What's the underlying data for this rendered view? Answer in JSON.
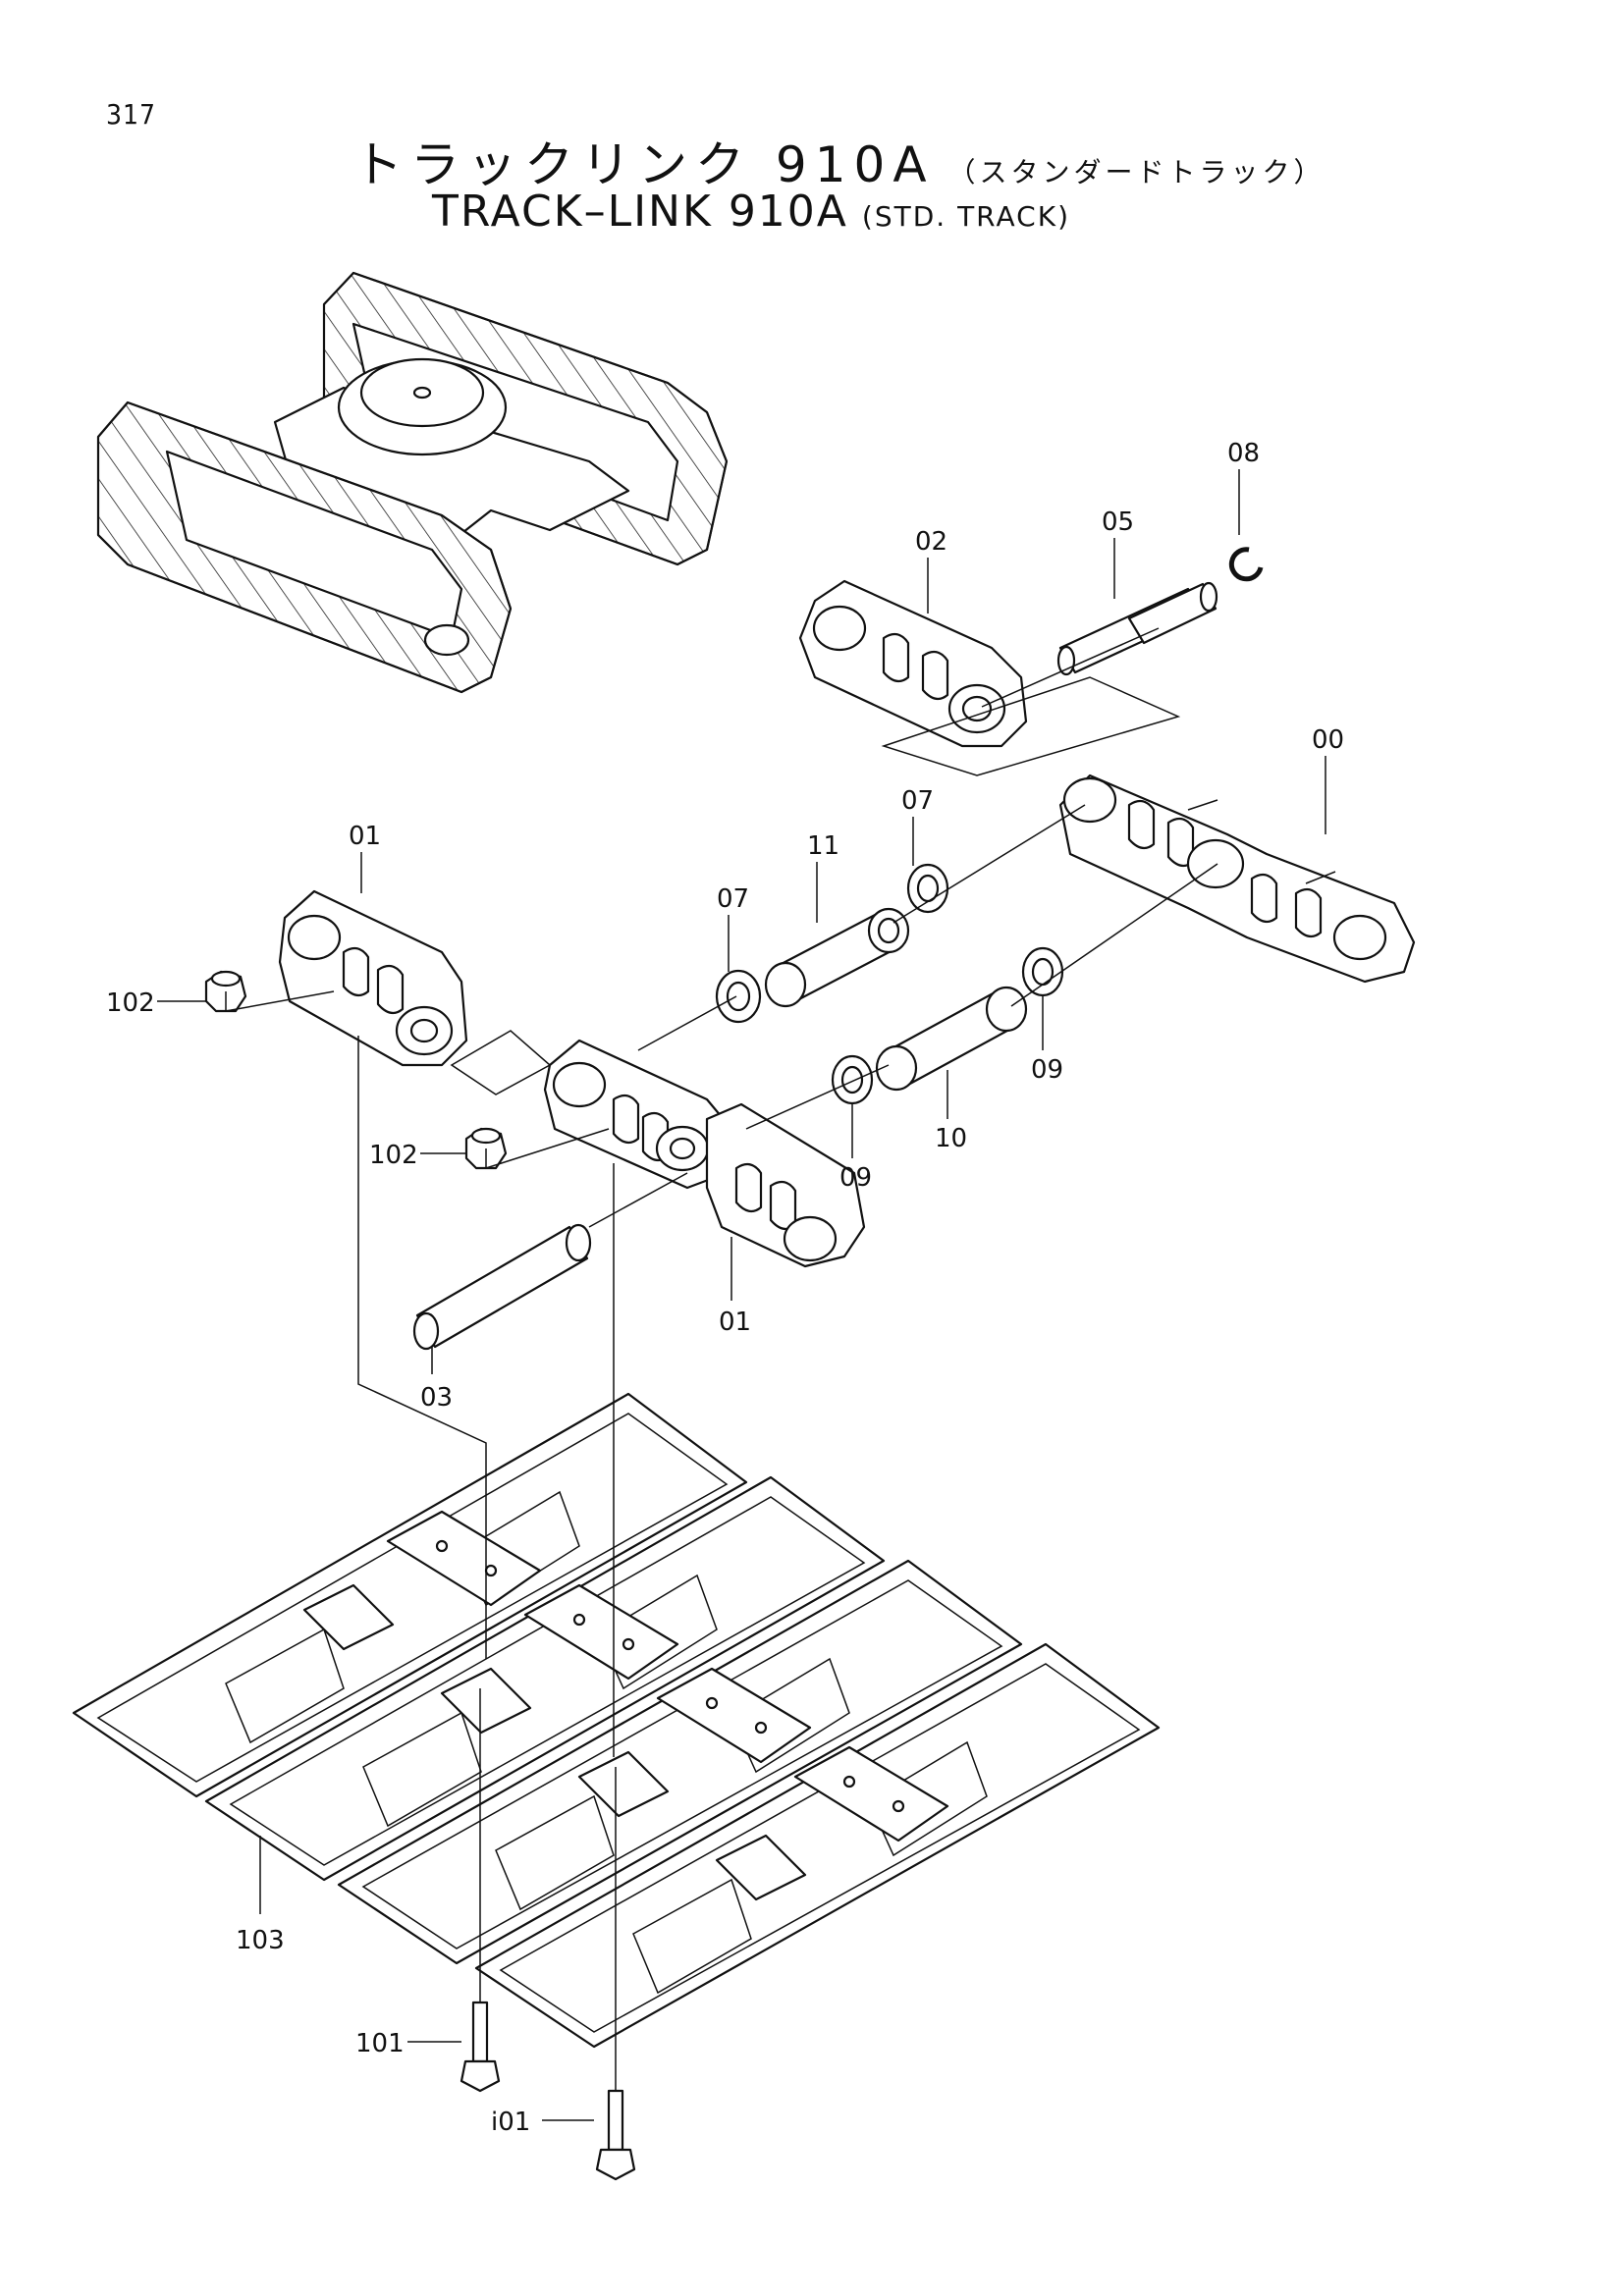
{
  "page": {
    "number": "317"
  },
  "title": {
    "japanese": "トラックリンク 910A",
    "japanese_sub": "（スタンダードトラック）",
    "english": "TRACK–LINK 910A",
    "english_sub": "(STD. TRACK)"
  },
  "callouts": [
    {
      "key": "c08",
      "label": "08"
    },
    {
      "key": "c02",
      "label": "02"
    },
    {
      "key": "c05",
      "label": "05"
    },
    {
      "key": "c00",
      "label": "00"
    },
    {
      "key": "c07a",
      "label": "07"
    },
    {
      "key": "c07b",
      "label": "07"
    },
    {
      "key": "c11",
      "label": "11"
    },
    {
      "key": "c01a",
      "label": "01"
    },
    {
      "key": "c102a",
      "label": "102"
    },
    {
      "key": "c102b",
      "label": "102"
    },
    {
      "key": "c09a",
      "label": "09"
    },
    {
      "key": "c09b",
      "label": "09"
    },
    {
      "key": "c10",
      "label": "10"
    },
    {
      "key": "c01b",
      "label": "01"
    },
    {
      "key": "c03",
      "label": "03"
    },
    {
      "key": "c103",
      "label": "103"
    },
    {
      "key": "c101a",
      "label": "101"
    },
    {
      "key": "c101b",
      "label": "i01"
    }
  ]
}
